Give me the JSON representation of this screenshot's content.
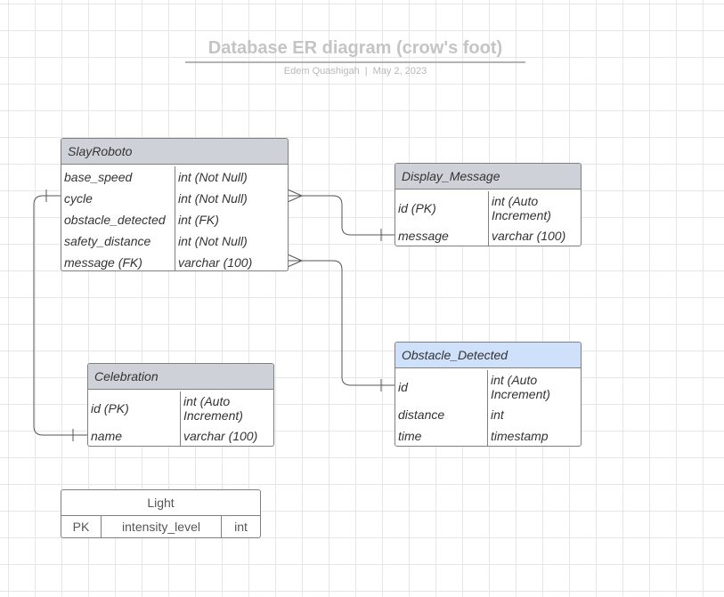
{
  "diagram": {
    "title": "Database ER diagram (crow's foot)",
    "author": "Edem Quashigah",
    "separator": "|",
    "date": "May 2, 2023"
  },
  "colors": {
    "header_gray": "#ced2d8",
    "header_blue": "#cfe0fb",
    "border": "#7f7f7f",
    "title": "#c4c4c4"
  },
  "entities": {
    "slayroboto": {
      "name": "SlayRoboto",
      "rows": [
        {
          "field": "base_speed",
          "type": "int (Not Null)"
        },
        {
          "field": "cycle",
          "type": "int (Not Null)"
        },
        {
          "field": "obstacle_detected",
          "type": "int (FK)"
        },
        {
          "field": "safety_distance",
          "type": "int (Not Null)"
        },
        {
          "field": "message (FK)",
          "type": "varchar (100)"
        }
      ]
    },
    "display_message": {
      "name": "Display_Message",
      "rows": [
        {
          "field": "id (PK)",
          "type": "int (Auto Increment)"
        },
        {
          "field": "message",
          "type": "varchar (100)"
        }
      ]
    },
    "celebration": {
      "name": "Celebration",
      "rows": [
        {
          "field": "id (PK)",
          "type": "int (Auto Increment)"
        },
        {
          "field": "name",
          "type": "varchar (100)"
        }
      ]
    },
    "obstacle_detected": {
      "name": "Obstacle_Detected",
      "rows": [
        {
          "field": "id",
          "type": "int (Auto Increment)"
        },
        {
          "field": "distance",
          "type": "int"
        },
        {
          "field": "time",
          "type": "timestamp"
        }
      ]
    },
    "light": {
      "name": "Light",
      "key": "PK",
      "field": "intensity_level",
      "type": "int"
    }
  }
}
